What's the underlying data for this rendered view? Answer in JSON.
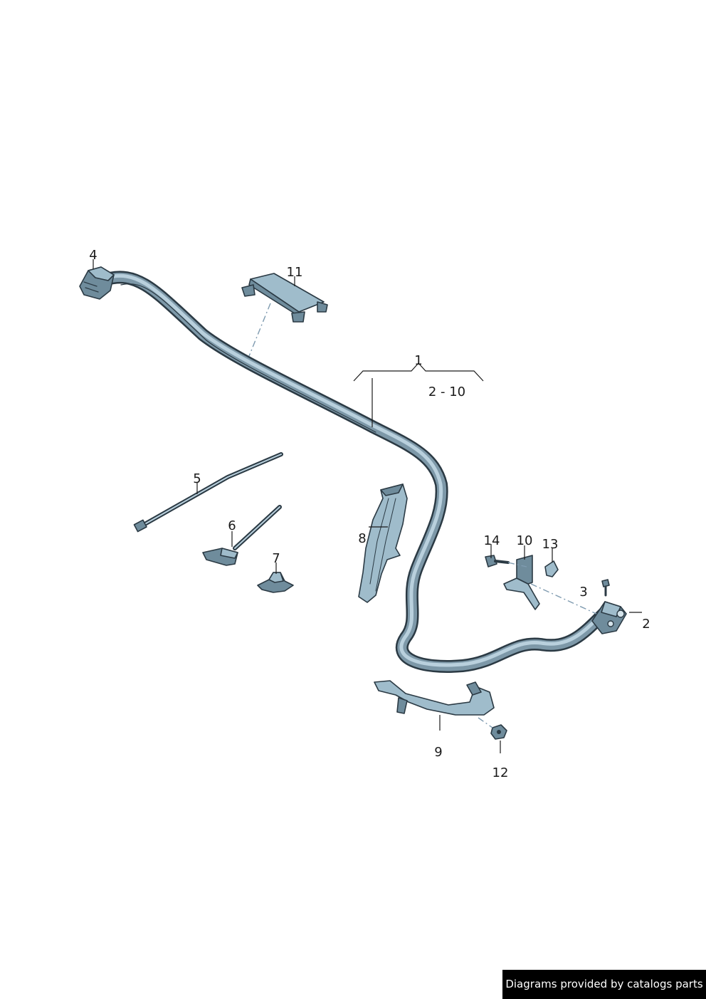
{
  "diagram": {
    "callouts": {
      "c1": "1",
      "c1_range": "2 - 10",
      "c2": "2",
      "c3": "3",
      "c4": "4",
      "c5": "5",
      "c6": "6",
      "c7": "7",
      "c8": "8",
      "c9": "9",
      "c10": "10",
      "c11": "11",
      "c12": "12",
      "c13": "13",
      "c14": "14"
    },
    "colors": {
      "part_fill": "#9fbccb",
      "part_outline": "#2b3a44",
      "background": "#ffffff"
    }
  },
  "footer": {
    "credit": "Diagrams provided by catalogs parts"
  }
}
